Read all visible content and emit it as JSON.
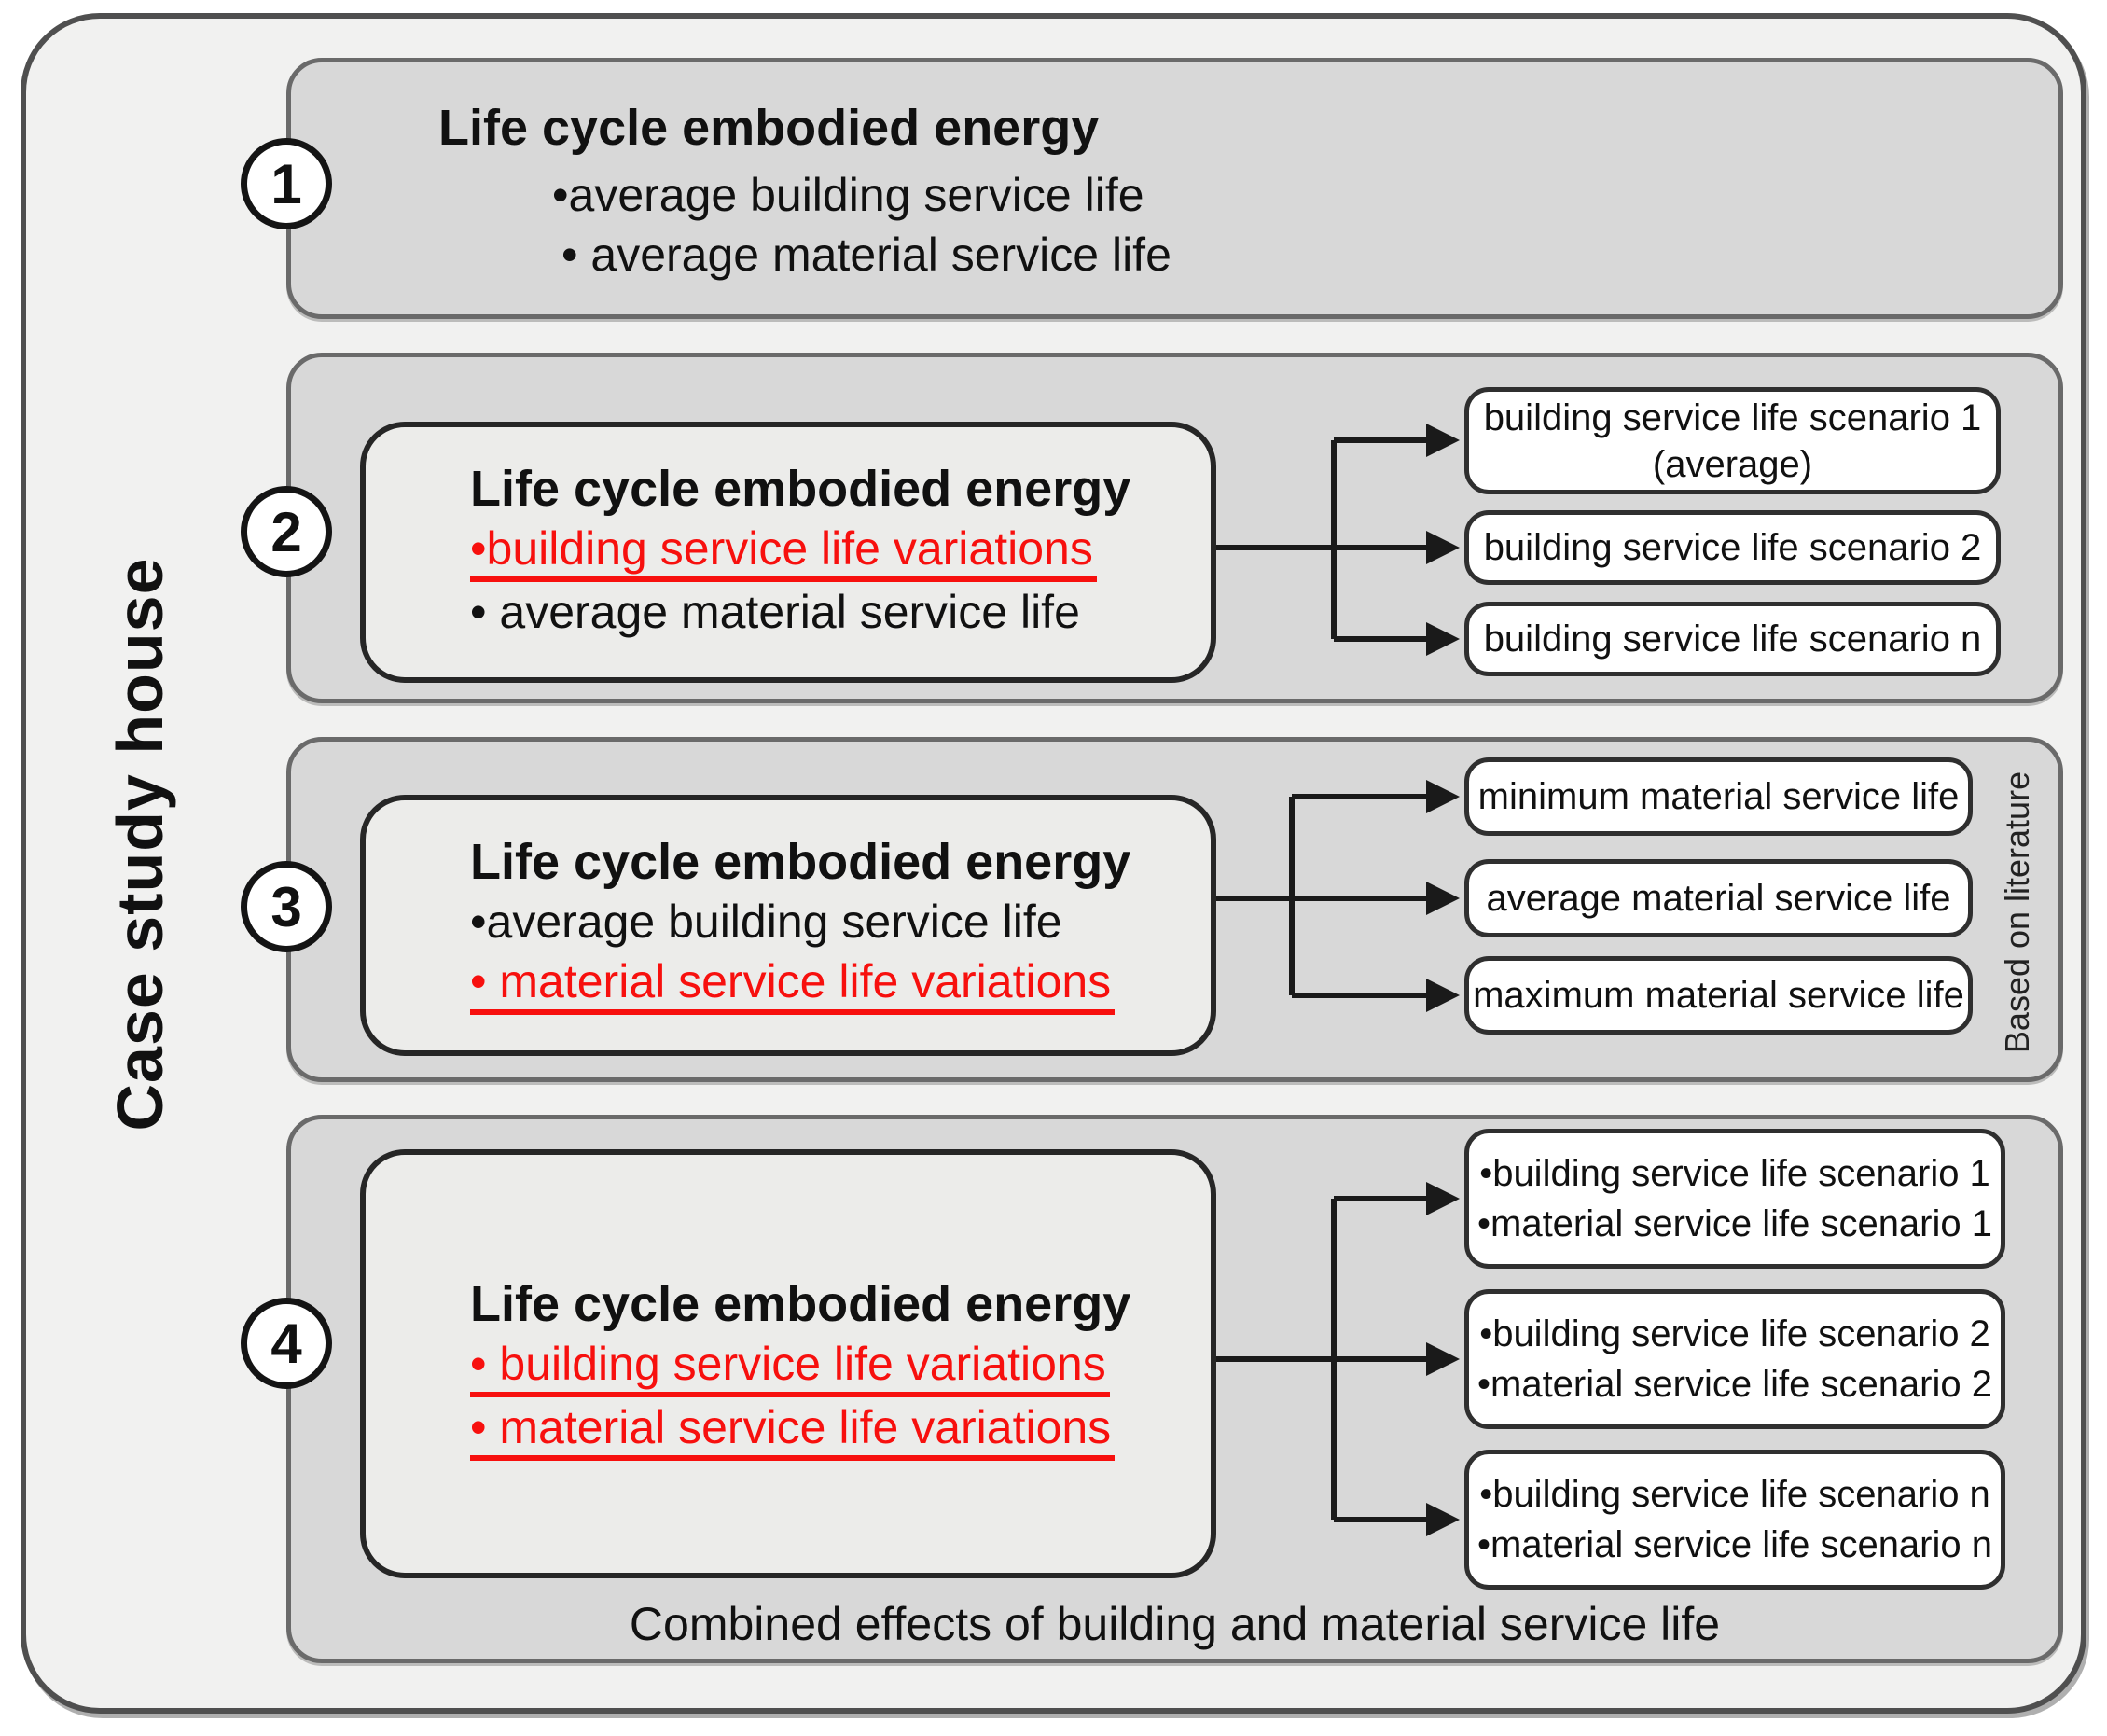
{
  "side_label": "Case study house",
  "colors": {
    "accent_red": "#f7100e",
    "panel_fill": "#d8d8d8",
    "inner_box_fill": "#ececea",
    "scenario_box_fill": "#ffffff",
    "line_color": "#1a1a1a"
  },
  "sections": [
    {
      "number": "1",
      "title": "Life cycle embodied energy",
      "bullet1": "•average building service life",
      "bullet2": "• average material service life"
    },
    {
      "number": "2",
      "title": "Life cycle embodied energy",
      "bullet1": "•building service life variations",
      "bullet2": "• average material service life",
      "boxes": [
        {
          "line1": "building service life scenario 1",
          "line2": "(average)"
        },
        {
          "line1": "building service life scenario 2"
        },
        {
          "line1": "building service life scenario n"
        }
      ]
    },
    {
      "number": "3",
      "title": "Life cycle embodied energy",
      "bullet1": "•average building service life",
      "bullet2": "• material service life variations",
      "side_note": "Based on literature",
      "boxes": [
        {
          "line1": "minimum material service life"
        },
        {
          "line1": "average material service life"
        },
        {
          "line1": "maximum material service life"
        }
      ]
    },
    {
      "number": "4",
      "title": "Life cycle embodied energy",
      "bullet1": "• building service life variations",
      "bullet2": "• material service life variations",
      "caption": "Combined effects of building and material service life",
      "boxes": [
        {
          "line1": "•building service life scenario 1",
          "line2": "•material service life scenario 1"
        },
        {
          "line1": "•building service life scenario 2",
          "line2": "•material service life scenario 2"
        },
        {
          "line1": "•building service life scenario n",
          "line2": "•material service life scenario n"
        }
      ]
    }
  ]
}
